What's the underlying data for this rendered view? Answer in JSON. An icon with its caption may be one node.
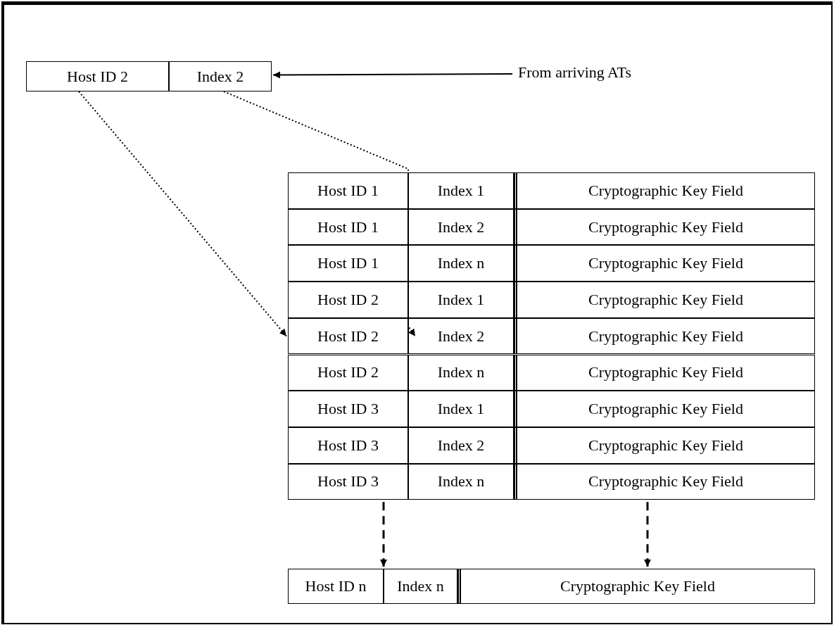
{
  "diagram": {
    "nodes": [
      {
        "text": [
          "Host ID 2"
        ]
      },
      {
        "text": [
          "Index 2"
        ]
      },
      {
        "text": [
          "From arriving ATs"
        ]
      },
      {
        "text": [
          "Host ID 1"
        ]
      },
      {
        "text": [
          "Index 1"
        ]
      },
      {
        "text": [
          "Cryptographic Key Field"
        ]
      },
      {
        "text": [
          "Host ID 1"
        ]
      },
      {
        "text": [
          "Index 2"
        ]
      },
      {
        "text": [
          "Cryptographic Key Field"
        ]
      },
      {
        "text": [
          "Host ID 1"
        ]
      },
      {
        "text": [
          "Index n"
        ]
      },
      {
        "text": [
          "Cryptographic Key Field"
        ]
      },
      {
        "text": [
          "Host ID 2"
        ]
      },
      {
        "text": [
          "Index 1"
        ]
      },
      {
        "text": [
          "Cryptographic Key Field"
        ]
      },
      {
        "text": [
          "Host ID 2"
        ]
      },
      {
        "text": [
          "Index 2"
        ]
      },
      {
        "text": [
          "Cryptographic Key Field"
        ]
      },
      {
        "text": [
          "Host ID 2"
        ]
      },
      {
        "text": [
          "Index n"
        ]
      },
      {
        "text": [
          "Cryptographic Key Field"
        ]
      },
      {
        "text": [
          "Host ID 3"
        ]
      },
      {
        "text": [
          "Index 1"
        ]
      },
      {
        "text": [
          "Cryptographic Key Field"
        ]
      },
      {
        "text": [
          "Host ID 3"
        ]
      },
      {
        "text": [
          "Index 2"
        ]
      },
      {
        "text": [
          "Cryptographic Key Field"
        ]
      },
      {
        "text": [
          "Host ID 3"
        ]
      },
      {
        "text": [
          "Index n"
        ]
      },
      {
        "text": [
          "Cryptographic Key Field"
        ]
      },
      {
        "text": [
          "Host ID n"
        ]
      },
      {
        "text": [
          "Index n"
        ]
      },
      {
        "text": [
          "Cryptographic Key Field"
        ]
      }
    ],
    "edges": [
      {
        "from": 2,
        "to": 1,
        "arrow": "to"
      },
      {
        "from": 0,
        "to": 15,
        "arrow": "to",
        "style": "dashed"
      },
      {
        "from": 1,
        "to": 16,
        "arrow": "to",
        "style": "dashed"
      },
      {
        "from": 27,
        "to": 30,
        "arrow": "to",
        "style": "dashed"
      },
      {
        "from": 29,
        "to": 32,
        "arrow": "to",
        "style": "dashed"
      }
    ]
  }
}
